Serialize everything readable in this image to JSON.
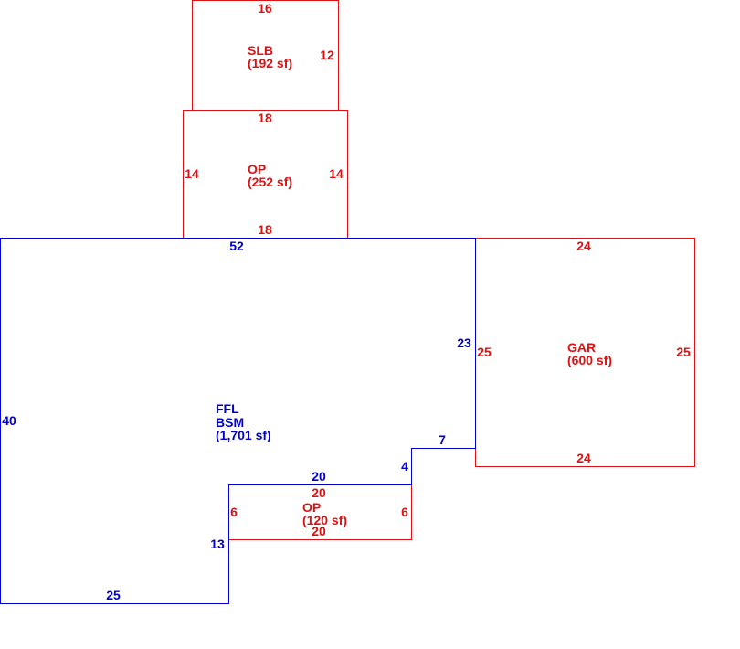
{
  "colors": {
    "main": "#0000cc",
    "addition": "#dd1111",
    "background": "#ffffff"
  },
  "areas": {
    "slb": {
      "code": "SLB",
      "area": "(192 sf)",
      "top": "16",
      "right": "12"
    },
    "op_upper": {
      "code": "OP",
      "area": "(252 sf)",
      "top": "18",
      "left": "14",
      "right": "14",
      "bottom": "18"
    },
    "main": {
      "code1": "FFL",
      "code2": "BSM",
      "area": "(1,701 sf)",
      "top": "52",
      "left": "40",
      "right": "23",
      "step_top": "7",
      "step_side": "4",
      "notch_top": "20",
      "notch_side": "13",
      "bottom": "25"
    },
    "garage": {
      "code": "GAR",
      "area": "(600 sf)",
      "top": "24",
      "left": "25",
      "right": "25",
      "bottom": "24"
    },
    "op_lower": {
      "code": "OP",
      "area": "(120 sf)",
      "top": "20",
      "left": "6",
      "right": "6",
      "bottom": "20"
    }
  }
}
